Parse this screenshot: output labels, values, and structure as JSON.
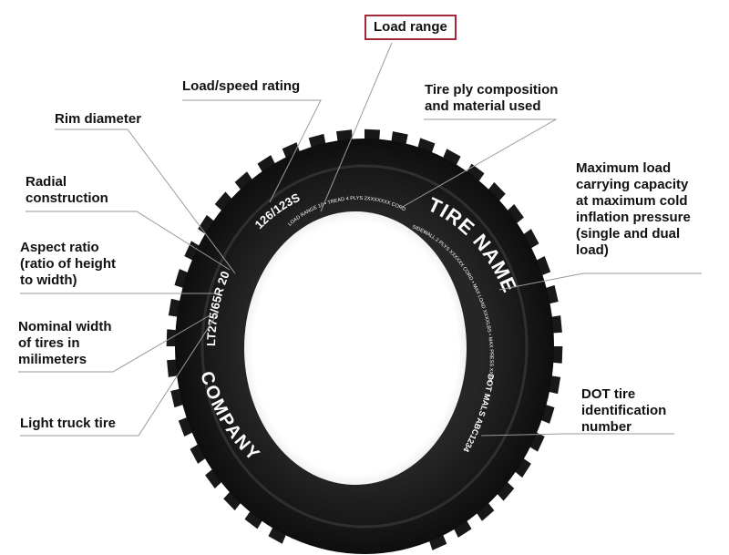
{
  "labels": {
    "load_range": "Load range",
    "load_speed": "Load/speed rating",
    "ply": [
      "Tire ply composition",
      "and material used"
    ],
    "rim": "Rim diameter",
    "radial": [
      "Radial",
      "construction"
    ],
    "aspect": [
      "Aspect ratio",
      "(ratio of height",
      "to width)"
    ],
    "nominal": [
      "Nominal width",
      "of tires in",
      "milimeters"
    ],
    "light": "Light truck tire",
    "max_load": [
      "Maximum load",
      "carrying capacity",
      "at maximum cold",
      "inflation pressure",
      "(single and dual",
      "load)"
    ],
    "dot": [
      "DOT tire",
      "identification",
      "number"
    ]
  },
  "sidewall": {
    "load_speed": "126/123S",
    "size": "LT275/65R 20",
    "tire_name": "TIRE NAME",
    "company": "COMPANY",
    "dot": "DOT MALS ABC1234",
    "inner_top": "LOAD RANGE 10  •  TREAD 4 PLYS 2XXXXXXX CORD",
    "inner_right": "SIDEWALL 2 PLYS XXXXXX CORD  •  MAX LOAD XXXXLBS  •  MAX PRESS XX PSI  •  RADIAL"
  },
  "colors": {
    "accent_box": "#a3283c",
    "tire": "#1c1c1c",
    "leader": "#9a9a9a"
  }
}
